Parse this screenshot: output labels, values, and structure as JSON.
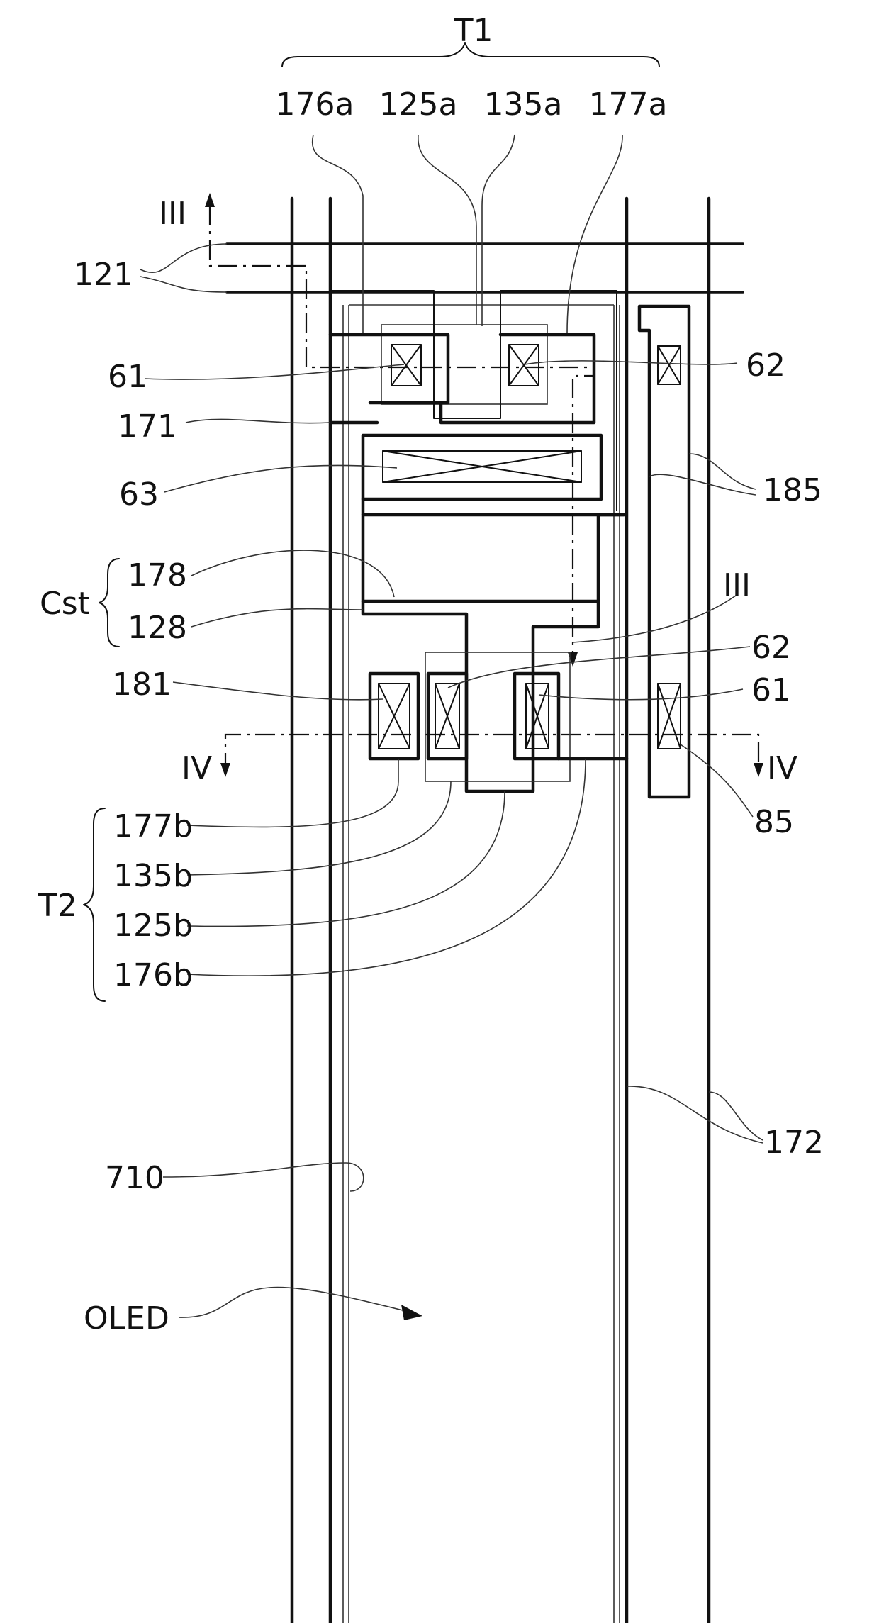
{
  "figure": {
    "labels": {
      "t1": "T1",
      "s176a": "176a",
      "s125a": "125a",
      "s135a": "135a",
      "s177a": "177a",
      "iii_top": "III",
      "s121": "121",
      "s61_top": "61",
      "s62_top": "62",
      "s171": "171",
      "s63": "63",
      "s185": "185",
      "cst": "Cst",
      "s178": "178",
      "s128": "128",
      "iii_right": "III",
      "s62_mid": "62",
      "s181": "181",
      "s61_mid": "61",
      "iv_left": "IV",
      "iv_right": "IV",
      "s85": "85",
      "t2": "T2",
      "s177b": "177b",
      "s135b": "135b",
      "s125b": "125b",
      "s176b": "176b",
      "s710": "710",
      "s172": "172",
      "oled": "OLED"
    }
  }
}
